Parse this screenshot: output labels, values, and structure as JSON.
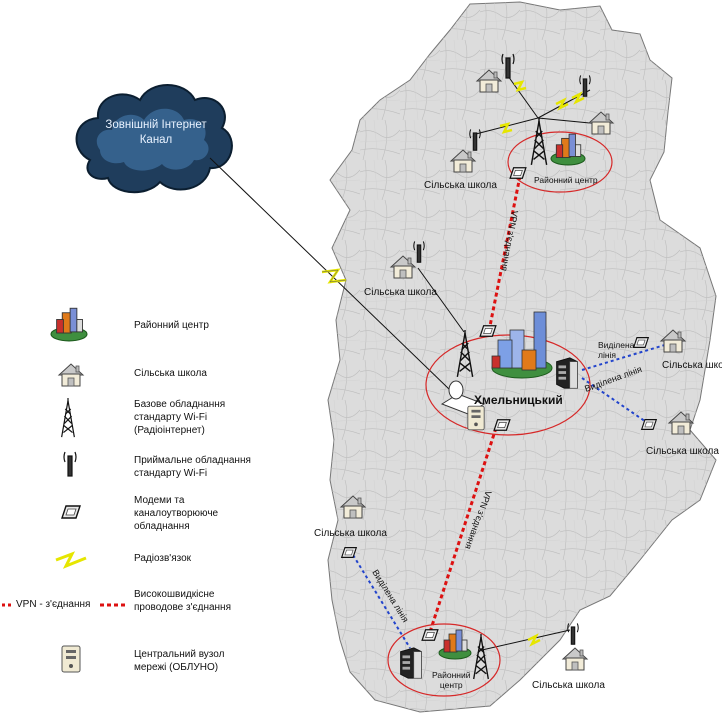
{
  "cloud": {
    "line1": "Зовнішній Інтернет",
    "line2": "Канал"
  },
  "city": {
    "name": "Хмельницький"
  },
  "labels": {
    "school": "Сільська школа",
    "district_center_line1": "Районний",
    "district_center_line2": "центр",
    "district_center": "Районний центр",
    "vpn_link": "VPN з'єднання",
    "dedicated_line_1": "Виділена",
    "dedicated_line_2": "лінія",
    "dedicated_line": "Виділена лінія"
  },
  "legend": {
    "district_center": "Районний центр",
    "school": "Сільська школа",
    "base_station_1": "Базове обладнання",
    "base_station_2": "стандарту Wi-Fi",
    "base_station_3": "(Радіоінтернет)",
    "receiver_1": "Приймальне обладнання",
    "receiver_2": "стандарту Wi-Fi",
    "modem_1": "Модеми та",
    "modem_2": "каналоутворююче",
    "modem_3": "обладнання",
    "radio": "Радіозв'язок",
    "vpn": "VPN - з'єднання",
    "highspeed_1": "Високошвидкісне",
    "highspeed_2": "проводове з'єднання",
    "central_1": "Центральний вузол",
    "central_2": "мережі (ОБЛУНО)"
  },
  "icons": [
    "house-icon",
    "radio-tower-icon",
    "antenna-icon",
    "modem-icon",
    "lightning-icon",
    "server-icon",
    "city-icon",
    "cloud-icon"
  ],
  "colors": {
    "vpn": "#dd1111",
    "dedicated": "#2244cc",
    "ring": "#d62828",
    "radio": "#e6e600",
    "map": "#d9d9d9"
  }
}
